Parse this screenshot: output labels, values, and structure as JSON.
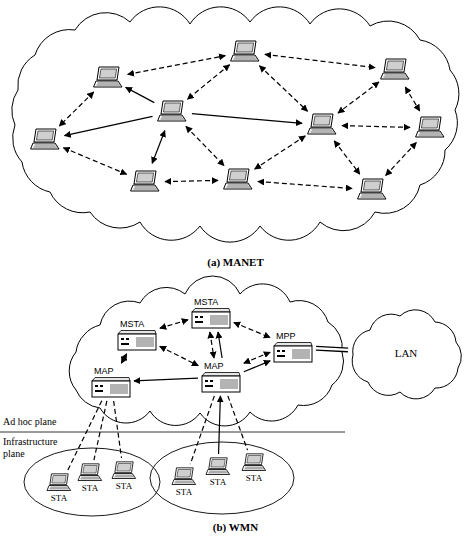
{
  "diagram": {
    "nodes": [
      {
        "text": [
          "MSTA"
        ]
      },
      {
        "text": [
          "MSTA"
        ]
      },
      {
        "text": [
          "MPP"
        ]
      },
      {
        "text": [
          "MAP"
        ]
      },
      {
        "text": [
          "MAP"
        ]
      },
      {
        "text": [
          "LAN"
        ]
      },
      {
        "text": [
          "STA"
        ]
      },
      {
        "text": [
          "STA"
        ]
      },
      {
        "text": [
          "STA"
        ]
      },
      {
        "text": [
          "STA"
        ]
      },
      {
        "text": [
          "STA"
        ]
      },
      {
        "text": [
          "STA"
        ]
      }
    ],
    "edges": [
      {
        "from": 1,
        "to": 0,
        "arrow": "both"
      },
      {
        "from": 0,
        "to": 2,
        "arrow": "both"
      },
      {
        "from": 1,
        "to": 3,
        "arrow": "both"
      },
      {
        "from": 1,
        "to": 4,
        "arrow": "both"
      },
      {
        "from": 0,
        "to": 4,
        "arrow": "both"
      },
      {
        "from": 4,
        "to": 0,
        "arrow": "to"
      },
      {
        "from": 4,
        "to": 3,
        "arrow": "to"
      },
      {
        "from": 4,
        "to": 2,
        "arrow": "to"
      },
      {
        "from": 4,
        "to": 2,
        "arrow": "both"
      },
      {
        "from": 2,
        "to": 5,
        "arrow": "none"
      },
      {
        "from": 3,
        "to": 6,
        "arrow": "none"
      },
      {
        "from": 3,
        "to": 7,
        "arrow": "none"
      },
      {
        "from": 3,
        "to": 8,
        "arrow": "none"
      },
      {
        "from": 4,
        "to": 9,
        "arrow": "none"
      },
      {
        "from": 10,
        "to": 4,
        "arrow": "to"
      },
      {
        "from": 4,
        "to": 11,
        "arrow": "none"
      }
    ],
    "labels": [
      "Ad hoc plane",
      "Infrastructure plane",
      "(a) MANET",
      "(b) WMN"
    ]
  }
}
